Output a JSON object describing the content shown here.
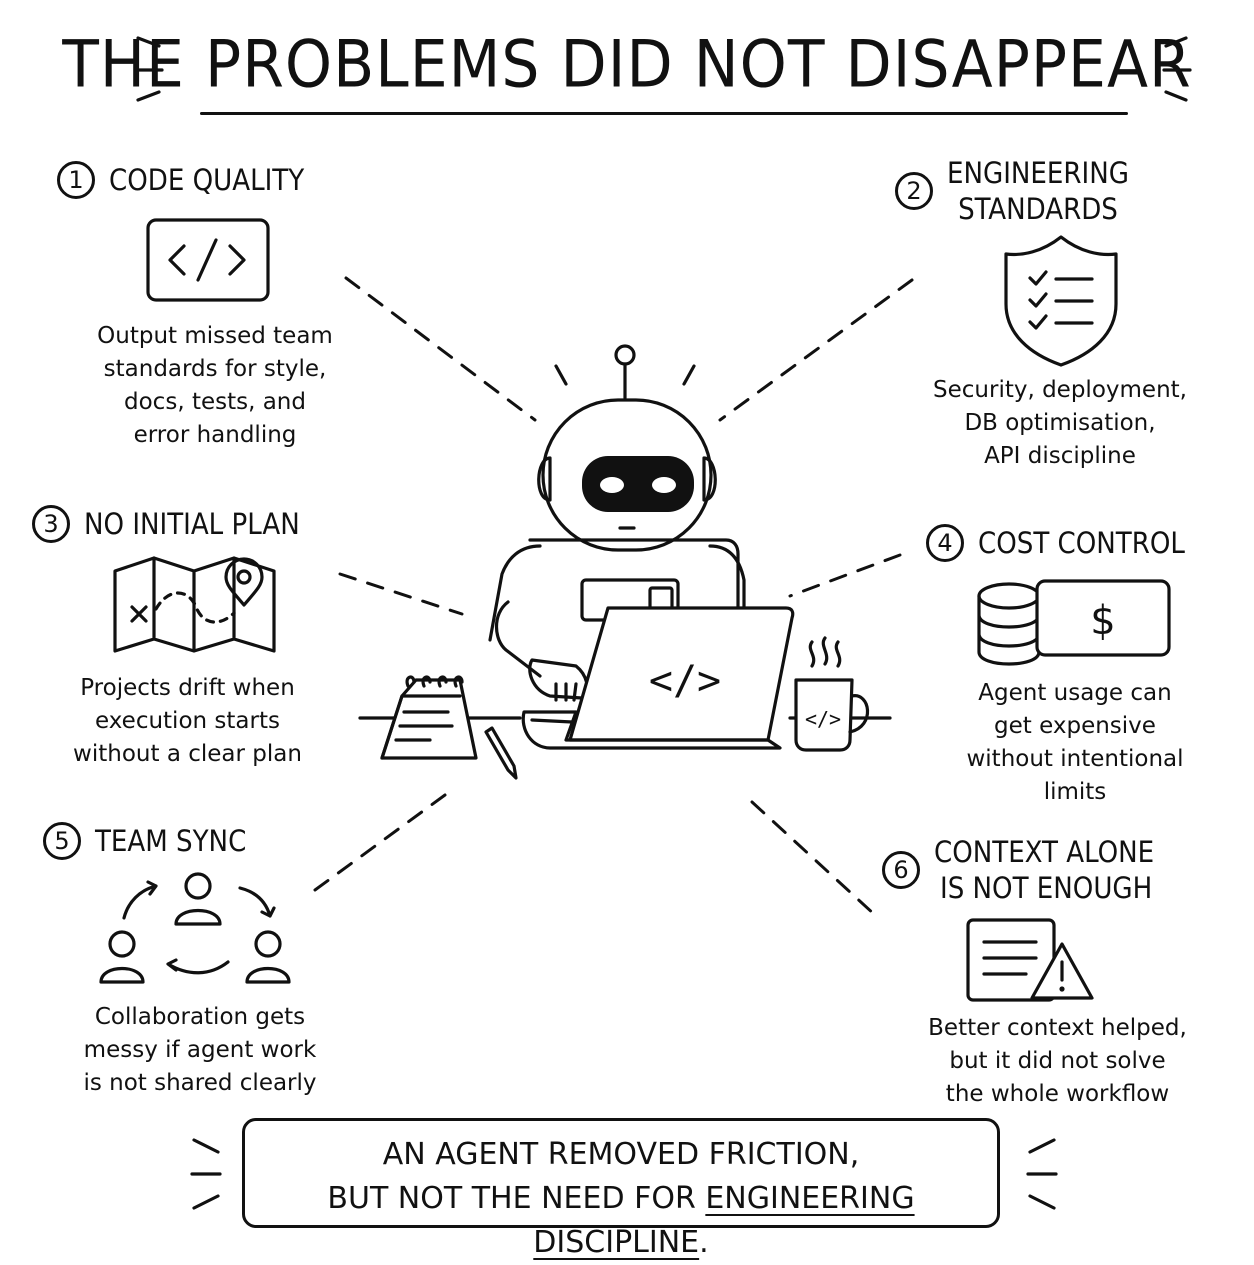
{
  "title": "THE PROBLEMS DID NOT DISAPPEAR",
  "sections": [
    {
      "num": "1",
      "title": "CODE QUALITY",
      "desc": [
        "Output missed team",
        "standards for style,",
        "docs, tests, and",
        "error handling"
      ],
      "icon": "code-window-icon"
    },
    {
      "num": "2",
      "title": "ENGINEERING\nSTANDARDS",
      "desc": [
        "Security, deployment,",
        "DB optimisation,",
        "API discipline"
      ],
      "icon": "shield-checklist-icon"
    },
    {
      "num": "3",
      "title": "NO INITIAL PLAN",
      "desc": [
        "Projects drift when",
        "execution starts",
        "without a clear plan"
      ],
      "icon": "map-icon"
    },
    {
      "num": "4",
      "title": "COST CONTROL",
      "desc": [
        "Agent usage can",
        "get expensive",
        "without intentional",
        "limits"
      ],
      "icon": "coins-dollar-icon"
    },
    {
      "num": "5",
      "title": "TEAM SYNC",
      "desc": [
        "Collaboration gets",
        "messy if agent work",
        "is not shared clearly"
      ],
      "icon": "team-cycle-icon"
    },
    {
      "num": "6",
      "title": "CONTEXT ALONE\nIS NOT ENOUGH",
      "desc": [
        "Better context helped,",
        "but it did not solve",
        "the whole workflow"
      ],
      "icon": "document-warning-icon"
    }
  ],
  "center": {
    "icon": "robot-at-laptop-icon",
    "laptop_symbol": "</>",
    "mug_symbol": "</>"
  },
  "footer": {
    "line1": "AN AGENT REMOVED FRICTION,",
    "line2_prefix": "BUT NOT THE NEED FOR ",
    "line2_u1": "ENGINEERING",
    "line2_space": " ",
    "line2_u2": "DISCIPLINE",
    "line2_end": "."
  }
}
